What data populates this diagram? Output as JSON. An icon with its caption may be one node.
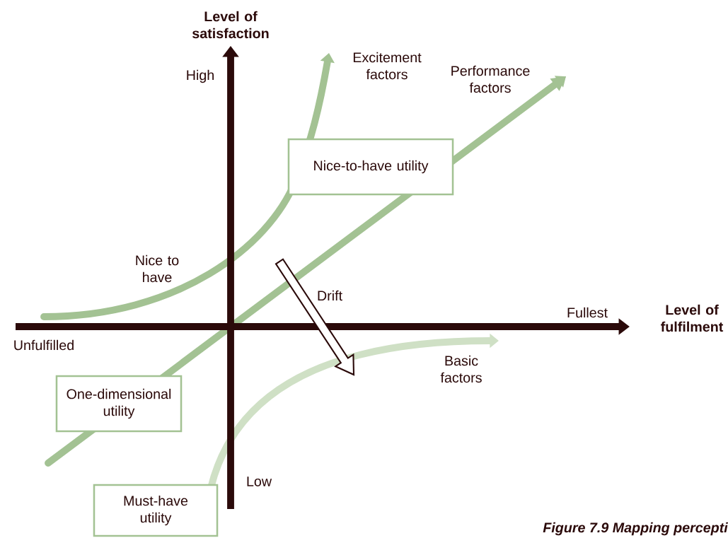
{
  "diagram": {
    "caption": "Figure 7.9 Mapping percepti",
    "nodes": [
      {
        "text": [
          "Nice-to-have utility"
        ]
      },
      {
        "text": [
          "One-dimensional utility"
        ]
      },
      {
        "text": [
          "Must-have utility"
        ]
      }
    ],
    "labels": [
      "Level of satisfaction",
      "High",
      "Excitement factors",
      "Performance factors",
      "Nice to have",
      "Drift",
      "Fullest",
      "Level of fulfilment",
      "Unfulfilled",
      "Basic factors",
      "Low"
    ]
  }
}
